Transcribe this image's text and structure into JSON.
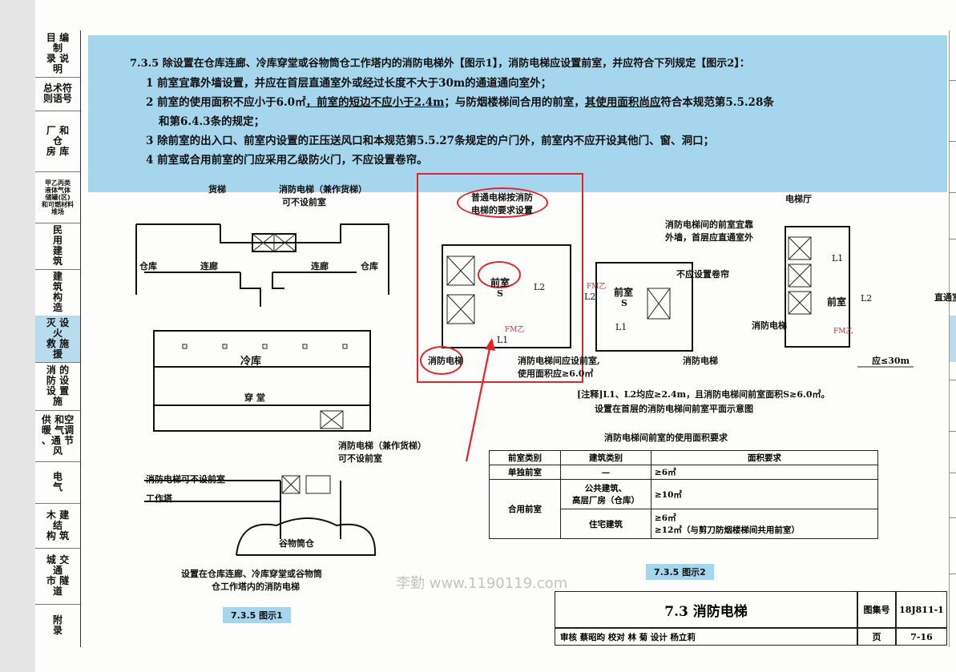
{
  "sidebar": [
    {
      "label": "目 编\n制\n录 说\n明",
      "active": false
    },
    {
      "label": "总术符\n则语号",
      "active": false
    },
    {
      "label": "厂 和\n仓\n房 库",
      "active": false
    },
    {
      "label": "甲乙丙类\n液体气体\n储罐(区)\n和可燃材料\n堆场",
      "active": false
    },
    {
      "label": "民\n用\n建\n筑",
      "active": false
    },
    {
      "label": "建\n筑\n构\n造",
      "active": false
    },
    {
      "label": "灭 设\n火\n救 施\n援",
      "active": true
    },
    {
      "label": "消 的\n防 设\n设 置\n施",
      "active": false
    },
    {
      "label": "供 和空\n暖 气调\n、通 节\n风",
      "active": false
    },
    {
      "label": "电\n气",
      "active": false
    },
    {
      "label": "木 建\n结\n构 筑",
      "active": false
    },
    {
      "label": "城 交\n通\n市 隧\n道",
      "active": false
    },
    {
      "label": "附\n录",
      "active": false
    }
  ],
  "clause": {
    "line1": "7.3.5  除设置在仓库连廊、冷库穿堂或谷物筒仓工作塔内的消防电梯外【图示1】，消防电梯应设置前室，并应符合下列规定【图示2】：",
    "line2": "1 前室宜靠外墙设置，并应在首层直通室外或经过长度不大于30m的通道通向室外；",
    "line3a": "2 前室的使用面积不应小于6.0㎡",
    "line3b": "，前室的短边不应小于2.4m",
    "line3c": "；与防烟楼梯间合用的前室，",
    "line3d": "其使用面积尚应",
    "line3e": "符合本规范第5.5.28条",
    "line4": "和第6.4.3条的规定；",
    "line5": "3 除前室的出入口、前室内设置的正压送风口和本规范第5.5.27条规定的户门外，前室内不应开设其他门、窗、洞口；",
    "line6": "4 前室或合用前室的门应采用乙级防火门，不应设置卷帘。"
  },
  "fig1": {
    "freight_elevator": "货梯",
    "fire_elevator_freight": "消防电梯（兼作货梯）",
    "no_anteroom": "可不设前室",
    "warehouse": "仓库",
    "corridor": "连廊",
    "cold_storage": "冷库",
    "passage": "穿 堂",
    "fire_elevator_freight2": "消防电梯（兼作货梯）",
    "no_anteroom2": "可不设前室",
    "fire_elevator_no_anteroom": "消防电梯可不设前室",
    "work_tower": "工作塔",
    "silo": "谷物筒仓",
    "caption1": "设置在仓库连廊、冷库穿堂或谷物筒",
    "caption2": "仓工作塔内的消防电梯",
    "label": "7.3.5 图示1"
  },
  "fig2": {
    "ordinary_elevator1": "普通电梯按消防",
    "ordinary_elevator2": "电梯的要求设置",
    "anteroom": "前室",
    "s": "S",
    "l1": "L1",
    "l2": "L2",
    "fm": "FM乙",
    "fire_elevator": "消防电梯",
    "anteroom_area1": "消防电梯间应设前室,",
    "anteroom_area2": "使用面积应≥6.0㎡",
    "no_shutter": "不应设置卷帘",
    "elevator_hall": "电梯厅",
    "anteroom_ext1": "消防电梯间的前室宜靠",
    "anteroom_ext2": "外墙，首层应直通室外",
    "direct_outside": "直通室外",
    "dist": "应≤30m",
    "note": "[注释]L1、L2均应≥2.4m，且消防电梯间前室面积S≥6.0㎡。",
    "plan_title": "设置在首层的消防电梯间前室平面示意图",
    "table_title": "消防电梯间前室的使用面积要求",
    "table_headers": [
      "前室类别",
      "建筑类别",
      "面积要求"
    ],
    "row1": [
      "单独前室",
      "—",
      "≥6㎡"
    ],
    "row2_cat": "合用前室",
    "row2_a_type": "公共建筑、\n高层厂房（仓库）",
    "row2_a_req": "≥10㎡",
    "row2_b_type": "住宅建筑",
    "row2_b_req1": "≥6㎡",
    "row2_b_req2": "≥12㎡（与剪刀防烟楼梯间共用前室）",
    "label": "7.3.5 图示2"
  },
  "titleblock": {
    "title": "7.3 消防电梯",
    "atlas_label": "图集号",
    "atlas_no": "18J811-1",
    "page_label": "页",
    "page_no": "7-16",
    "signoff": "审核 蔡昭昀 校对 林 菊 设计 杨立莉"
  },
  "watermark": "李勤 www.1190119.com"
}
